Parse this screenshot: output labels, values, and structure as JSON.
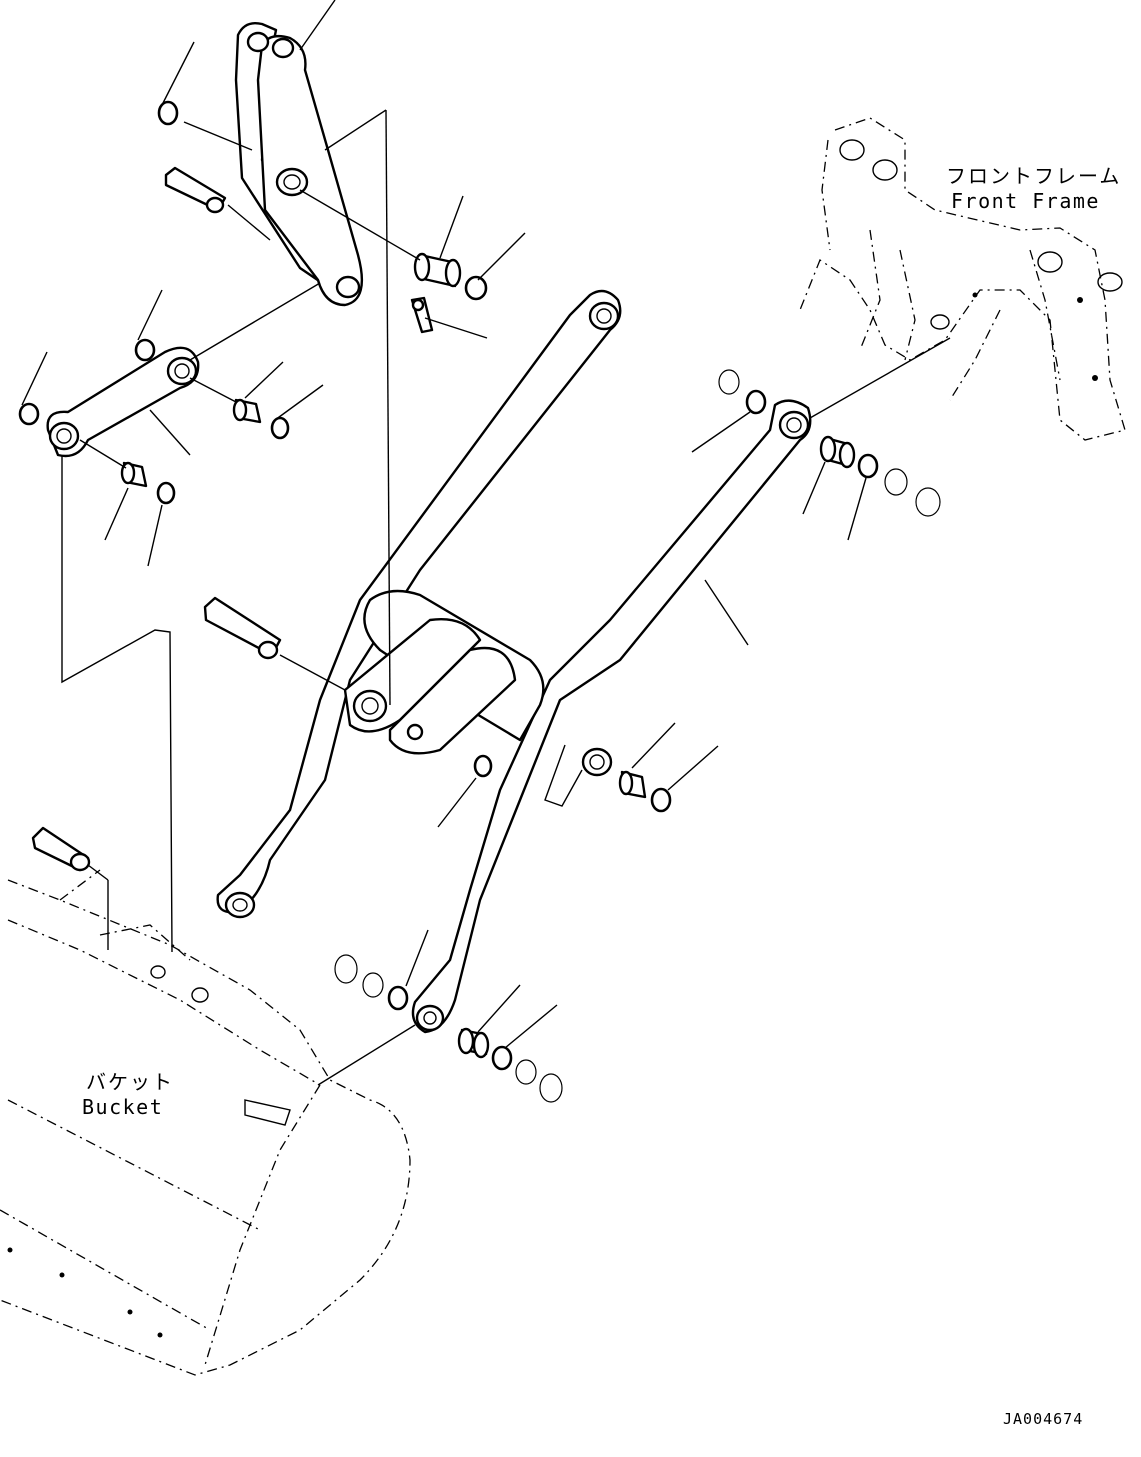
{
  "labels": {
    "front_frame_jp": "フロントフレーム",
    "front_frame_en": "Front Frame",
    "bucket_jp": "バケット",
    "bucket_en": "Bucket",
    "drawing_code": "JA004674"
  },
  "colors": {
    "line": "#000000",
    "background": "#ffffff"
  }
}
